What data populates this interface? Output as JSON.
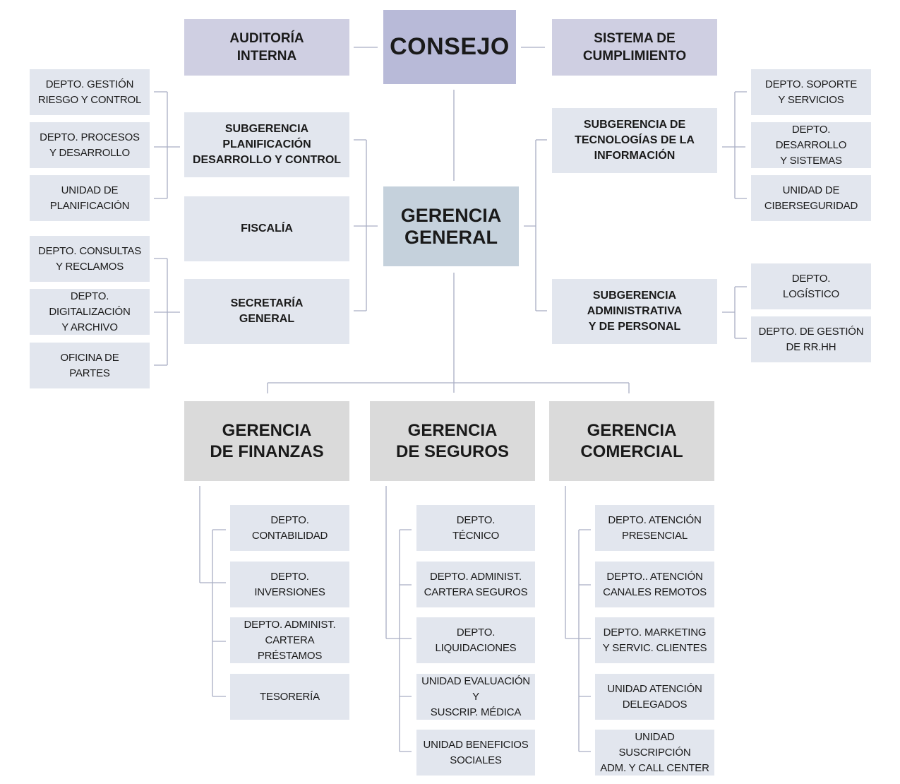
{
  "top": {
    "consejo": "CONSEJO",
    "auditoria": "AUDITORÍA\nINTERNA",
    "cumplimiento": "SISTEMA DE\nCUMPLIMIENTO"
  },
  "gerencia_general": "GERENCIA\nGENERAL",
  "left_staff": {
    "planificacion": "SUBGERENCIA PLANIFICACIÓN\nDESARROLLO Y CONTROL",
    "fiscalia": "FISCALÍA",
    "secretaria": "SECRETARÍA\nGENERAL"
  },
  "left_depts": {
    "riesgo": "DEPTO. GESTIÓN\nRIESGO Y CONTROL",
    "procesos": "DEPTO. PROCESOS\nY DESARROLLO",
    "unidad_planificacion": "UNIDAD DE\nPLANIFICACIÓN",
    "consultas": "DEPTO. CONSULTAS\nY RECLAMOS",
    "digitalizacion": "DEPTO. DIGITALIZACIÓN\nY ARCHIVO",
    "oficina_partes": "OFICINA DE\nPARTES"
  },
  "right_staff": {
    "tecnologias": "SUBGERENCIA DE\nTECNOLOGÍAS DE LA\nINFORMACIÓN",
    "administrativa": "SUBGERENCIA\nADMINISTRATIVA\nY DE PERSONAL"
  },
  "right_depts": {
    "soporte": "DEPTO. SOPORTE\nY SERVICIOS",
    "desarrollo": "DEPTO. DESARROLLO\nY SISTEMAS",
    "ciberseguridad": "UNIDAD DE\nCIBERSEGURIDAD",
    "logistico": "DEPTO.\nLOGÍSTICO",
    "rrhh": "DEPTO. DE GESTIÓN\nDE RR.HH"
  },
  "gerencias": {
    "finanzas": {
      "title": "GERENCIA\nDE FINANZAS",
      "depts": [
        "DEPTO.\nCONTABILIDAD",
        "DEPTO.\nINVERSIONES",
        "DEPTO. ADMINIST.\nCARTERA PRÉSTAMOS",
        "TESORERÍA"
      ]
    },
    "seguros": {
      "title": "GERENCIA\nDE SEGUROS",
      "depts": [
        "DEPTO.\nTÉCNICO",
        "DEPTO. ADMINIST.\nCARTERA SEGUROS",
        "DEPTO.\nLIQUIDACIONES",
        "UNIDAD EVALUACIÓN Y\nSUSCRIP. MÉDICA",
        "UNIDAD BENEFICIOS\nSOCIALES"
      ]
    },
    "comercial": {
      "title": "GERENCIA\nCOMERCIAL",
      "depts": [
        "DEPTO. ATENCIÓN\nPRESENCIAL",
        "DEPTO.. ATENCIÓN\nCANALES REMOTOS",
        "DEPTO. MARKETING\nY SERVIC. CLIENTES",
        "UNIDAD ATENCIÓN\nDELEGADOS",
        "UNIDAD SUSCRIPCIÓN\nADM. Y CALL CENTER"
      ]
    }
  }
}
